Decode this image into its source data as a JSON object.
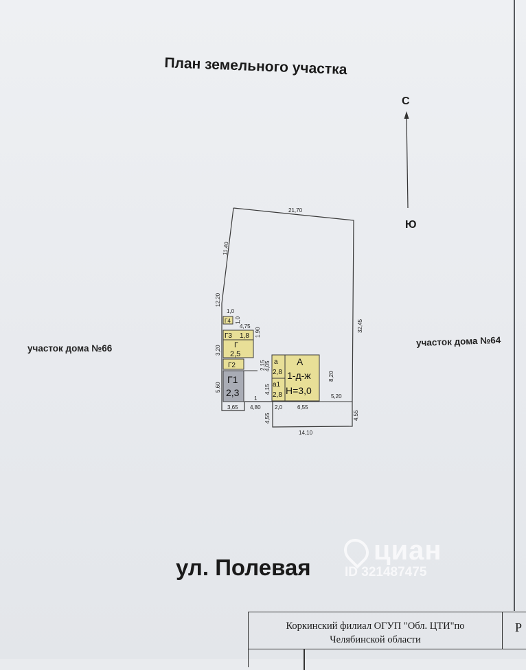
{
  "document": {
    "title": "План земельного участка",
    "street": "ул. Полевая",
    "neighbor_left": "участок дома №66",
    "neighbor_right": "участок дома №64",
    "compass": {
      "north": "С",
      "south": "Ю"
    }
  },
  "plot_dimensions": {
    "top": "21,70",
    "left_upper": "11,40",
    "left_mid": "12,20",
    "right": "32,45",
    "bottom_right_side": "4,55",
    "bottom": "14,10",
    "bottom_left_1": "3,65",
    "bottom_left_2": "4,80",
    "left_lower": "5,60",
    "left_g": "3,20",
    "inner_1": "1,0",
    "inner_2": "1,0",
    "inner_3": "4,75",
    "inner_4": "1,90",
    "inner_5": "2,15",
    "inner_6": "4,05",
    "inner_7": "4,15",
    "inner_8": "8,20",
    "inner_9": "5,20",
    "inner_10": "2,0",
    "inner_11": "6,55",
    "inner_12": "4,55",
    "inner_13": "1"
  },
  "buildings": {
    "g4": "Г4",
    "g3": "Г3",
    "g3_height": "1,8",
    "g": "Г",
    "g_height": "2,5",
    "g2": "Г2",
    "g1": "Г1",
    "g1_height": "2,3",
    "a_small": "а",
    "a_small_height": "2,8",
    "a1": "а1",
    "a1_height": "2,8",
    "a_main": "А",
    "a_main_type": "1-д-ж",
    "a_main_height": "Н=3,0"
  },
  "stamp": {
    "organization": "Коркинский филиал ОГУП \"Обл. ЦТИ\"по",
    "region": "Челябинской области",
    "cell_right": "Р"
  },
  "watermark": {
    "brand": "циан",
    "id": "ID 321487475"
  },
  "colors": {
    "building_yellow": "#e8df97",
    "building_gray": "#a9acb5",
    "line": "#3a3a3a"
  }
}
